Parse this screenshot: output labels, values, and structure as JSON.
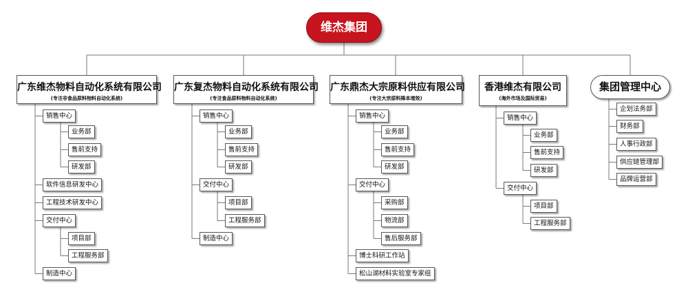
{
  "root": "维杰集团",
  "companies": [
    {
      "name": "广东维杰物料自动化系统有限公司",
      "subtitle": "(专注非食品原料物料自动化系统)",
      "items": [
        {
          "label": "销售中心",
          "children": [
            "业务部",
            "售前支持",
            "研发部"
          ]
        },
        {
          "label": "软件信息研发中心",
          "children": []
        },
        {
          "label": "工程技术研发中心",
          "children": []
        },
        {
          "label": "交付中心",
          "children": [
            "项目部",
            "工程服务部"
          ]
        },
        {
          "label": "制造中心",
          "children": []
        }
      ]
    },
    {
      "name": "广东复杰物料自动化系统有限公司",
      "subtitle": "(专注食品原料物料自动化系统)",
      "items": [
        {
          "label": "销售中心",
          "children": [
            "业务部",
            "售前支持",
            "研发部"
          ]
        },
        {
          "label": "交付中心",
          "children": [
            "项目部",
            "工程服务部"
          ]
        },
        {
          "label": "制造中心",
          "children": []
        }
      ]
    },
    {
      "name": "广东鼎杰大宗原料供应有限公司",
      "subtitle": "(专注大宗原料降本增效)",
      "items": [
        {
          "label": "销售中心",
          "children": [
            "业务部",
            "售前支持",
            "研发部"
          ]
        },
        {
          "label": "交付中心",
          "children": [
            "采购部",
            "物流部",
            "售后服务部"
          ]
        },
        {
          "label": "博士科研工作站",
          "children": []
        },
        {
          "label": "松山湖材料实验室专家组",
          "children": []
        }
      ]
    },
    {
      "name": "香港维杰有限公司",
      "subtitle": "(海外市场及国际贸易)",
      "items": [
        {
          "label": "销售中心",
          "children": [
            "业务部",
            "售前支持",
            "研发部"
          ]
        },
        {
          "label": "交付中心",
          "children": [
            "项目部",
            "工程服务部"
          ]
        }
      ]
    }
  ],
  "management": {
    "name": "集团管理中心",
    "items": [
      "企划法务部",
      "财务部",
      "人事行政部",
      "供应链管理部",
      "品牌运营部"
    ]
  }
}
